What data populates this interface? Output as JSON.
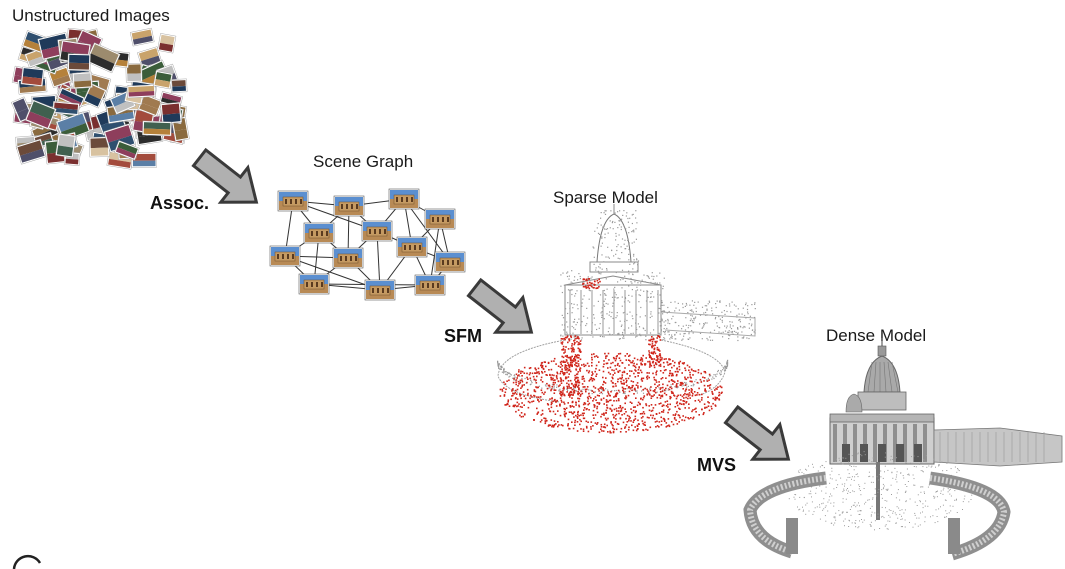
{
  "stages": {
    "unstructured": {
      "label": "Unstructured Images"
    },
    "scene_graph": {
      "label": "Scene Graph"
    },
    "sparse": {
      "label": "Sparse Model"
    },
    "dense": {
      "label": "Dense Model"
    }
  },
  "steps": {
    "assoc": "Assoc.",
    "sfm": "SFM",
    "mvs": "MVS"
  },
  "colors": {
    "arrow_fill": "#b0b0b0",
    "arrow_stroke": "#3a3a3a",
    "sparse_points": "#d0261c",
    "model_gray": "#8a8a8a",
    "graph_edge": "#333333"
  }
}
